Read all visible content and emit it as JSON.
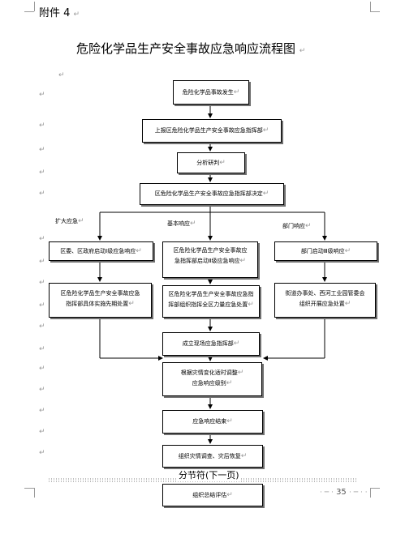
{
  "page": {
    "annex_label": "附件 4",
    "title": "危险化学品生产安全事故应急响应流程图",
    "section_break": "分节符(下一页)",
    "page_number": "35",
    "para_mark": "↵"
  },
  "flowchart": {
    "nodes": {
      "n1": "危险化学品事故发生",
      "n2": "上报区危险化学品生产安全事故应急指挥部",
      "n3": "分析研判",
      "n4": "区危险化学品生产安全事故应急指挥部决定",
      "left1": "区委、区政府启动Ⅰ级应急响应",
      "mid1_l1": "区危险化学品生产安全事故应",
      "mid1_l2": "急指挥部启动Ⅱ级应急响应",
      "right1": "部门启动Ⅲ级响应",
      "left2_l1": "区危险化学品生产安全事故应急",
      "left2_l2": "指挥部具体实施先期处置",
      "mid2_l1": "区危险化学品生产安全事故应急指",
      "mid2_l2": "挥部组织指挥全区力量应急处置",
      "right2_l1": "街道办事处、西河工业园管委会",
      "right2_l2": "组织开展应急处置",
      "n5": "成立现场应急指挥部",
      "n6_l1": "根据灾情变化适时调整",
      "n6_l2": "应急响应级别",
      "n7": "应急响应结束",
      "n8": "组织灾情调查、灾后恢复",
      "n9": "组织总结评估"
    },
    "branch_labels": {
      "expand": "扩大应急",
      "basic": "基本响应",
      "dept": "部门响应"
    }
  }
}
